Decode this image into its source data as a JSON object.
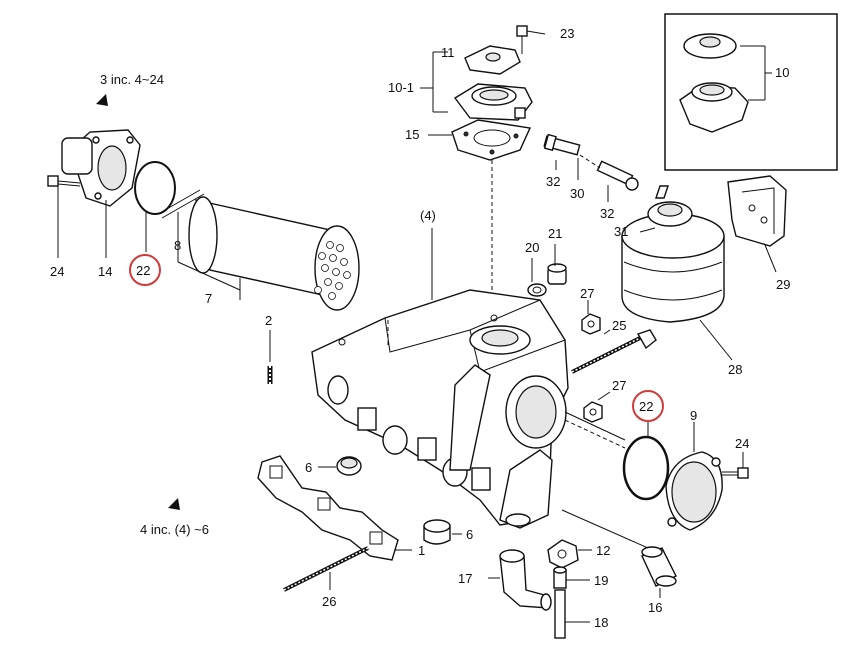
{
  "labels": {
    "n1": "1",
    "n2": "2",
    "n4": "(4)",
    "n6a": "6",
    "n6b": "6",
    "n7": "7",
    "n8": "8",
    "n9": "9",
    "n10": "10",
    "n10_1": "10-1",
    "n11": "11",
    "n12": "12",
    "n14": "14",
    "n15": "15",
    "n16": "16",
    "n17": "17",
    "n18": "18",
    "n19": "19",
    "n20": "20",
    "n21": "21",
    "n22a": "22",
    "n22b": "22",
    "n23": "23",
    "n24a": "24",
    "n24b": "24",
    "n25": "25",
    "n26": "26",
    "n27a": "27",
    "n27b": "27",
    "n28": "28",
    "n29": "29",
    "n30": "30",
    "n31": "31",
    "n32a": "32",
    "n32b": "32"
  },
  "notes": {
    "group3": "3 inc. 4~24",
    "group4": "4 inc. (4) ~6"
  },
  "colors": {
    "highlight": "#d03a3a",
    "line": "#111111"
  }
}
